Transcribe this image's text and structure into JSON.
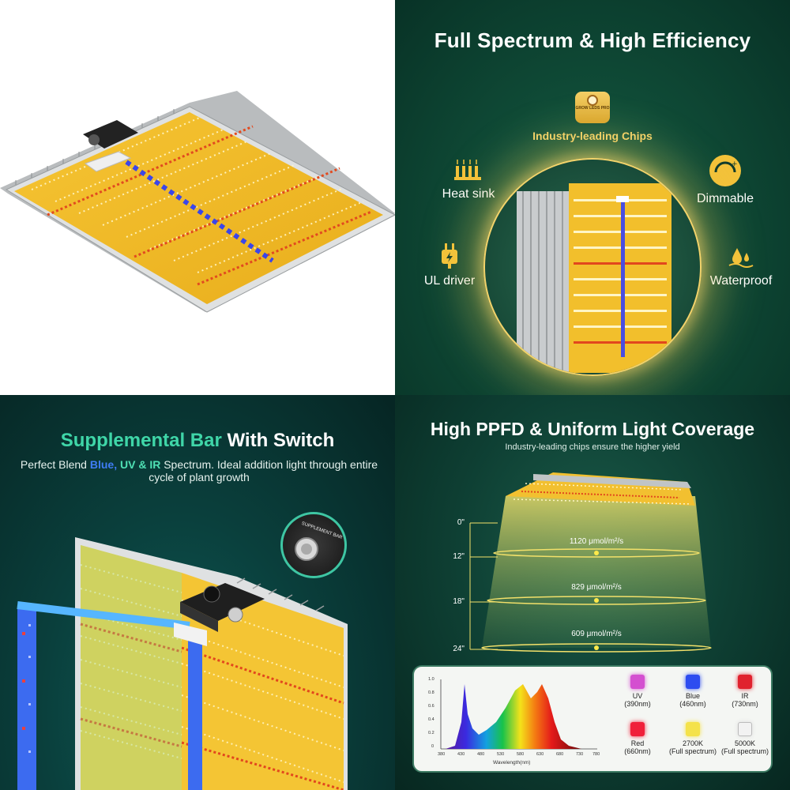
{
  "q2": {
    "title": "Full Spectrum &  High Efficiency",
    "chip_badge": "GROW LEDS PRO",
    "features": {
      "chips": "Industry-leading Chips",
      "heat_sink": "Heat sink",
      "dimmable": "Dimmable",
      "ul_driver": "UL driver",
      "waterproof": "Waterproof"
    }
  },
  "q3": {
    "title_highlight": "Supplemental Bar",
    "title_rest": " With Switch",
    "sub_part1": "Perfect Blend ",
    "sub_blue": "Blue,",
    "sub_gap": "  ",
    "sub_uvir": "UV & IR",
    "sub_part2": " Spectrum. Ideal addition light through entire cycle of plant growth",
    "switch_label": "SUPPLEMENT BAR"
  },
  "q4": {
    "title": "High PPFD & Uniform Light Coverage",
    "subtitle": "Industry-leading chips ensure the higher yield",
    "heights": [
      "0\"",
      "12\"",
      "18\"",
      "24\""
    ],
    "ppfd": [
      "1120 μmol/m²/s",
      "829 μmol/m²/s",
      "609 μmol/m²/s"
    ],
    "spectrum": {
      "y_ticks": [
        "1.0",
        "0.8",
        "0.6",
        "0.4",
        "0.2",
        "0"
      ],
      "x_ticks": [
        "380",
        "430",
        "480",
        "530",
        "580",
        "630",
        "680",
        "730",
        "780"
      ],
      "xlabel": "Wavelength(nm)"
    },
    "legend": [
      {
        "name": "UV",
        "detail": "(390nm)",
        "color": "#d44fd0"
      },
      {
        "name": "Blue",
        "detail": "(460nm)",
        "color": "#2d4cf0"
      },
      {
        "name": "IR",
        "detail": "(730nm)",
        "color": "#e0222e"
      },
      {
        "name": "Red",
        "detail": "(660nm)",
        "color": "#f0203a"
      },
      {
        "name": "2700K",
        "detail": "(Full spectrum)",
        "color": "#f4e24a"
      },
      {
        "name": "5000K",
        "detail": "(Full spectrum)",
        "color": "#f2f2f2"
      }
    ]
  }
}
